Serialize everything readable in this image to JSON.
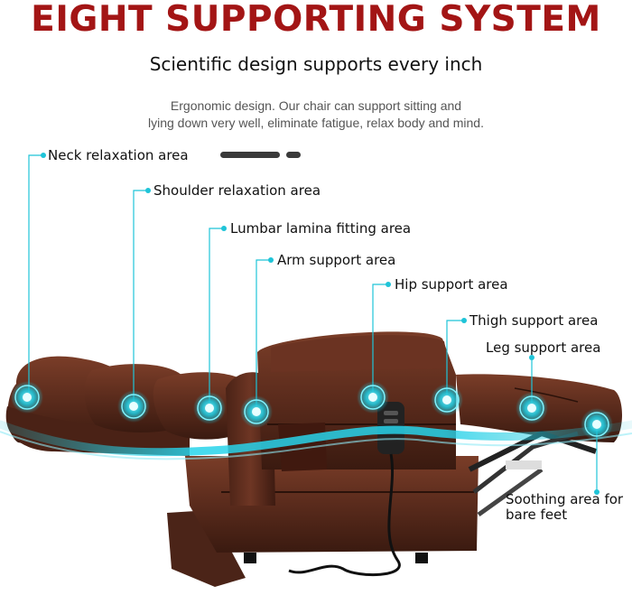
{
  "header": {
    "title": "EIGHT SUPPORTING SYSTEM",
    "subtitle": "Scientific design supports every inch",
    "description_lines": [
      "Ergonomic design. Our chair can support sitting and",
      "lying down very well, eliminate fatigue, relax body and mind."
    ]
  },
  "areas": [
    "Neck relaxation area",
    "Shoulder relaxation area",
    "Lumbar lamina fitting area",
    "Arm support area",
    "Hip support area",
    "Thigh support area",
    "Leg support area",
    "Soothing area for bare feet"
  ],
  "colors": {
    "title": "#a31515",
    "accent": "#1fc4d8",
    "leather": "#5a2b1c",
    "dash": "#3a3a3a"
  },
  "icons": {
    "remote": "remote-control-icon",
    "massage_point": "massage-point-icon"
  }
}
